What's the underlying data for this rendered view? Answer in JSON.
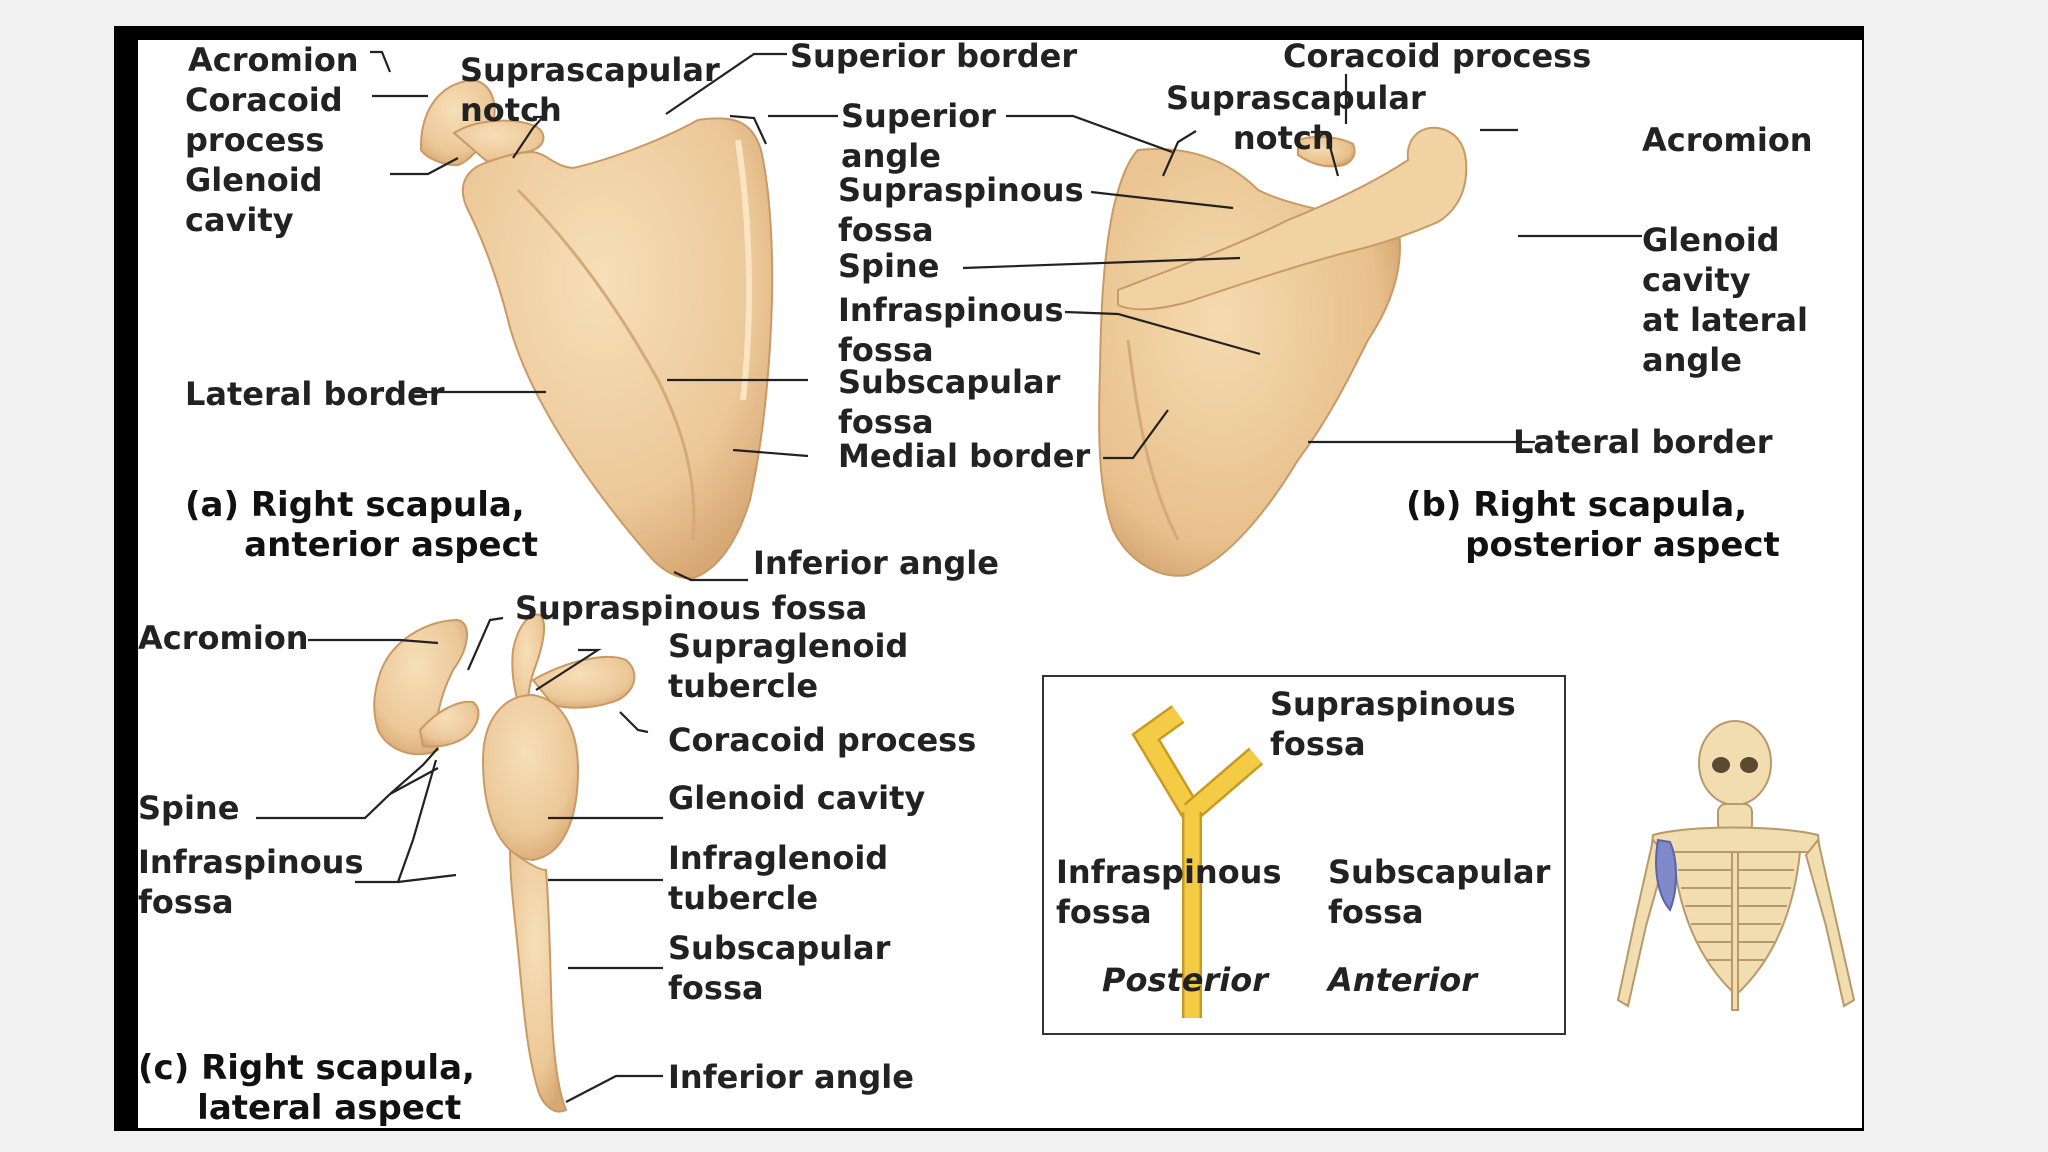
{
  "colors": {
    "bone_fill": "#ecc899",
    "bone_highlight": "#f7dfb8",
    "bone_shadow": "#c99a66",
    "diagram_yellow": "#f3cb45",
    "diagram_yellow_edge": "#c99a22",
    "skeleton_fill": "#f2ddb0",
    "scapula_highlight": "#7f88c8",
    "frame": "#000000",
    "background": "#f1f1f2"
  },
  "panel_a": {
    "acromion": "Acromion",
    "coracoid_process": "Coracoid\nprocess",
    "glenoid_cavity": "Glenoid\ncavity",
    "suprascapular_notch": "Suprascapular\nnotch",
    "superior_border": "Superior border",
    "superior_angle": "Superior\nangle",
    "lateral_border": "Lateral border",
    "subscapular_fossa": "Subscapular\nfossa",
    "medial_border": "Medial border",
    "inferior_angle": "Inferior angle",
    "caption": "(a) Right scapula,\n     anterior aspect"
  },
  "panel_b": {
    "coracoid_process": "Coracoid process",
    "suprascapular_notch": "Suprascapular\n      notch",
    "acromion": "Acromion",
    "supraspinous_fossa": "Supraspinous\nfossa",
    "spine": "Spine",
    "infraspinous_fossa": "Infraspinous\nfossa",
    "glenoid_cavity": "Glenoid\ncavity\nat lateral\nangle",
    "lateral_border": "Lateral border",
    "caption": "(b) Right scapula,\n     posterior aspect"
  },
  "panel_c": {
    "acromion": "Acromion",
    "supraspinous_fossa": "Supraspinous fossa",
    "supraglenoid_tubercle": "Supraglenoid\ntubercle",
    "coracoid_process": "Coracoid process",
    "glenoid_cavity": "Glenoid cavity",
    "spine": "Spine",
    "infraglenoid_tubercle": "Infraglenoid\ntubercle",
    "infraspinous_fossa": "Infraspinous\nfossa",
    "subscapular_fossa": "Subscapular\nfossa",
    "inferior_angle": "Inferior angle",
    "caption": "(c) Right scapula,\n     lateral aspect"
  },
  "schematic": {
    "supraspinous_fossa": "Supraspinous\nfossa",
    "infraspinous_fossa": "Infraspinous\nfossa",
    "subscapular_fossa": "Subscapular\nfossa",
    "posterior": "Posterior",
    "anterior": "Anterior"
  }
}
